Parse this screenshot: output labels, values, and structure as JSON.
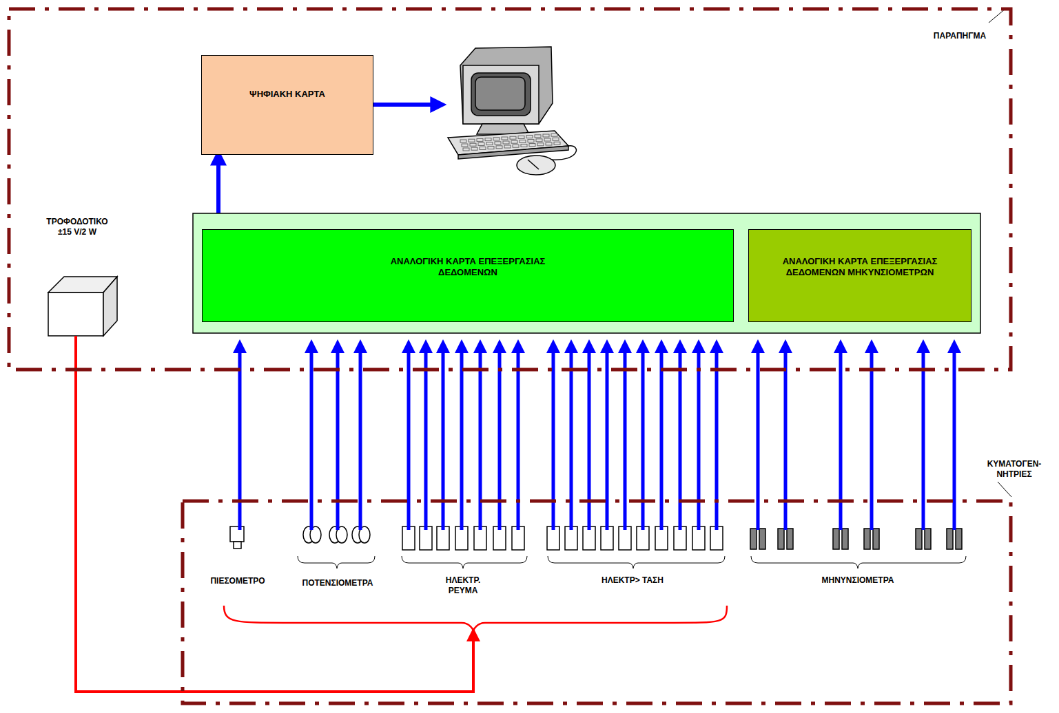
{
  "diagram": {
    "nodes": [
      {
        "text": [
          "ΠΑΡΑΠΗΓΜΑ"
        ]
      },
      {
        "text": [
          "ΨΗΦΙΑΚΗ ΚΑΡΤΑ"
        ],
        "in": 0
      },
      {
        "text": [
          "ΑΝΑΛΟΓΙΚΗ ΚΑΡΤΑ ΕΠΕΞΕΡΓΑΣΙΑΣ ΔΕΔΟΜΕΝΩΝ"
        ],
        "in": 0
      },
      {
        "text": [
          "ΑΝΑΛΟΓΙΚΗ ΚΑΡΤΑ ΕΠΕΞΕΡΓΑΣΙΑΣ ΔΕΔΟΜΕΝΩΝ ΜΗΚΥΝΣΙΟΜΕΤΡΩΝ"
        ],
        "in": 0
      },
      {
        "text": [
          "ΚΥΜΑΤΟΓΕΝ- ΝΗΤΡΙΕΣ"
        ]
      }
    ],
    "edges": [
      {
        "from": 2,
        "to": 1,
        "arrow": "to"
      }
    ],
    "labels": [
      "ΤΡΟΦΟΔΟΤΙΚΟ ±15 V/2 W",
      "ΠΙΕΣΟΜΕΤΡΟ",
      "ΠΟΤΕΝΣΙΟΜΕΤΡΑ",
      "ΗΛΕΚΤΡ. ΡΕΥΜΑ",
      "ΗΛΕΚΤΡ> ΤΑΣΗ",
      "ΜΗΝΥΝΣΙΟΜΕΤΡΑ"
    ]
  }
}
